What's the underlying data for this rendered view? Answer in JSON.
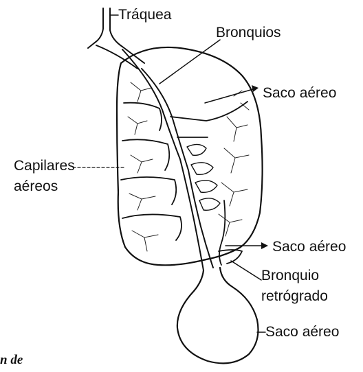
{
  "diagram": {
    "labels": {
      "traquea": "Tráquea",
      "bronquios": "Bronquios",
      "saco_aereo_top": "Saco aéreo",
      "capilares_line1": "Capilares",
      "capilares_line2": "aéreos",
      "saco_aereo_mid": "Saco aéreo",
      "bronquio_line1": "Bronquio",
      "bronquio_line2": "retrógrado",
      "saco_aereo_bottom": "Saco aéreo"
    },
    "caption_fragment": "n de",
    "colors": {
      "ink": "#111111",
      "background": "#ffffff"
    }
  }
}
